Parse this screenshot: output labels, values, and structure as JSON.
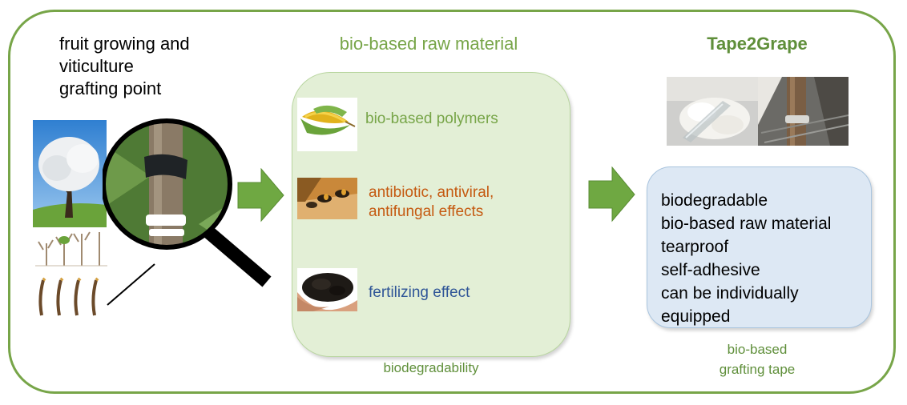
{
  "colors": {
    "frame": "#77a548",
    "green_text": "#77a548",
    "dark_green": "#5f8f3a",
    "orange_text": "#c55a11",
    "blue_text": "#2f5597",
    "mid_box": "#e3efd6",
    "right_box": "#dde8f4",
    "arrow": "#6fa842"
  },
  "left": {
    "title_lines": [
      "fruit growing and",
      "viticulture",
      "grafting point"
    ]
  },
  "middle": {
    "title": "bio-based raw material",
    "features": [
      {
        "text_lines": [
          "bio-based polymers"
        ],
        "icon": "corn-icon"
      },
      {
        "text_lines": [
          "antibiotic, antiviral,",
          "antifungal effects"
        ],
        "icon": "bees-icon"
      },
      {
        "text_lines": [
          "fertilizing effect"
        ],
        "icon": "soil-icon"
      }
    ],
    "bottom_caption": "biodegradability"
  },
  "right": {
    "title": "Tape2Grape",
    "properties": [
      "biodegradable",
      "bio-based raw material",
      "tearproof",
      "self-adhesive",
      "can be individually",
      "equipped"
    ],
    "caption_lines": [
      "bio-based",
      "grafting tape"
    ]
  }
}
